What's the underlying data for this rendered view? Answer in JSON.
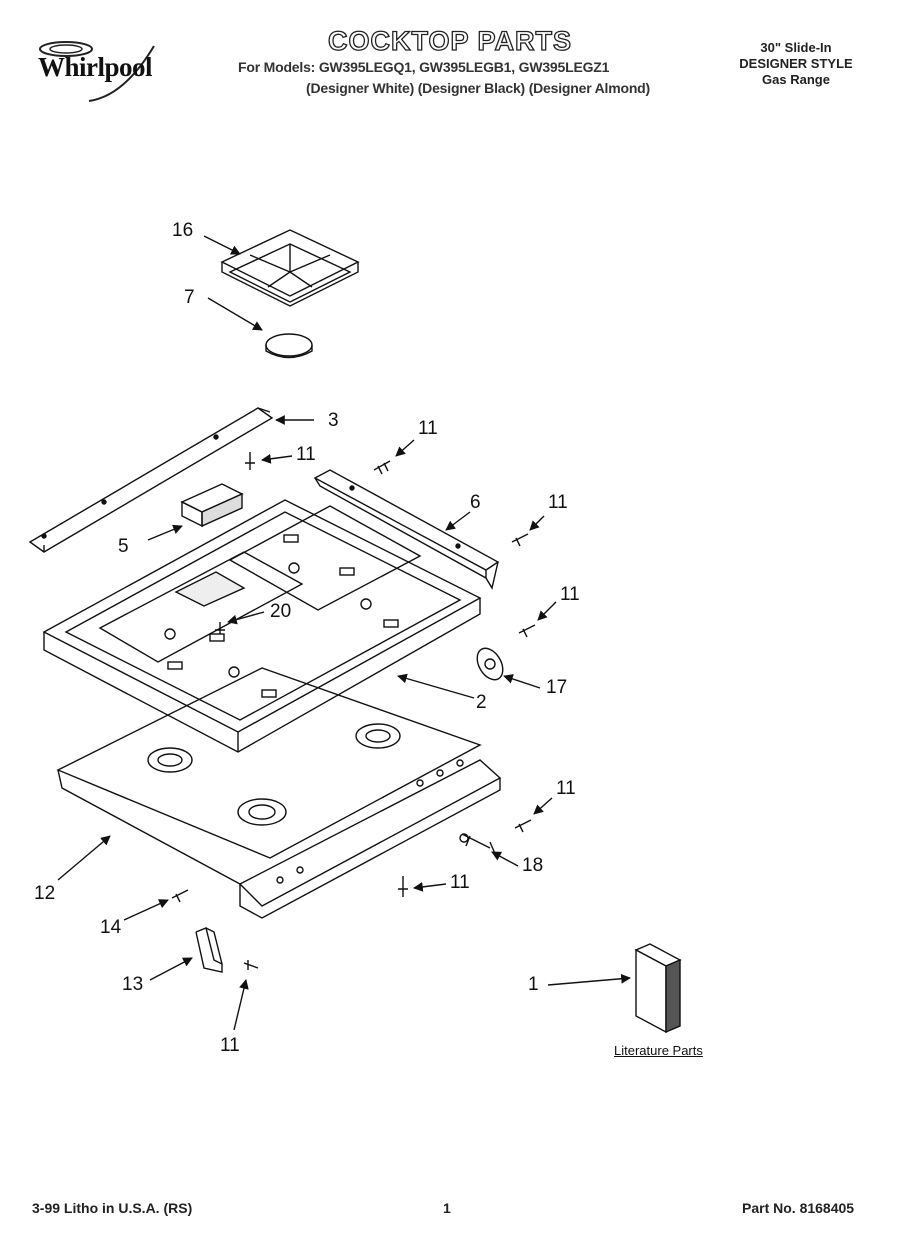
{
  "header": {
    "brand": "Whirlpool",
    "title": "COCKTOP PARTS",
    "models_line": "For Models: GW395LEGQ1, GW395LEGB1, GW395LEGZ1",
    "variants_line": "(Designer White) (Designer Black) (Designer Almond)",
    "range_size": "30\" Slide-In",
    "range_style": "DESIGNER STYLE",
    "range_type": "Gas Range"
  },
  "callouts": {
    "c16": "16",
    "c7": "7",
    "c3": "3",
    "c11a": "11",
    "c11b": "11",
    "c11c": "11",
    "c6": "6",
    "c5": "5",
    "c20": "20",
    "c11d": "11",
    "c17": "17",
    "c2": "2",
    "c11e": "11",
    "c18": "18",
    "c12": "12",
    "c11f": "11",
    "c14": "14",
    "c13": "13",
    "c11g": "11",
    "c1": "1"
  },
  "literature_label": "Literature Parts",
  "footer": {
    "left": "3-99 Litho in U.S.A. (RS)",
    "center": "1",
    "right": "Part No. 8168405"
  }
}
